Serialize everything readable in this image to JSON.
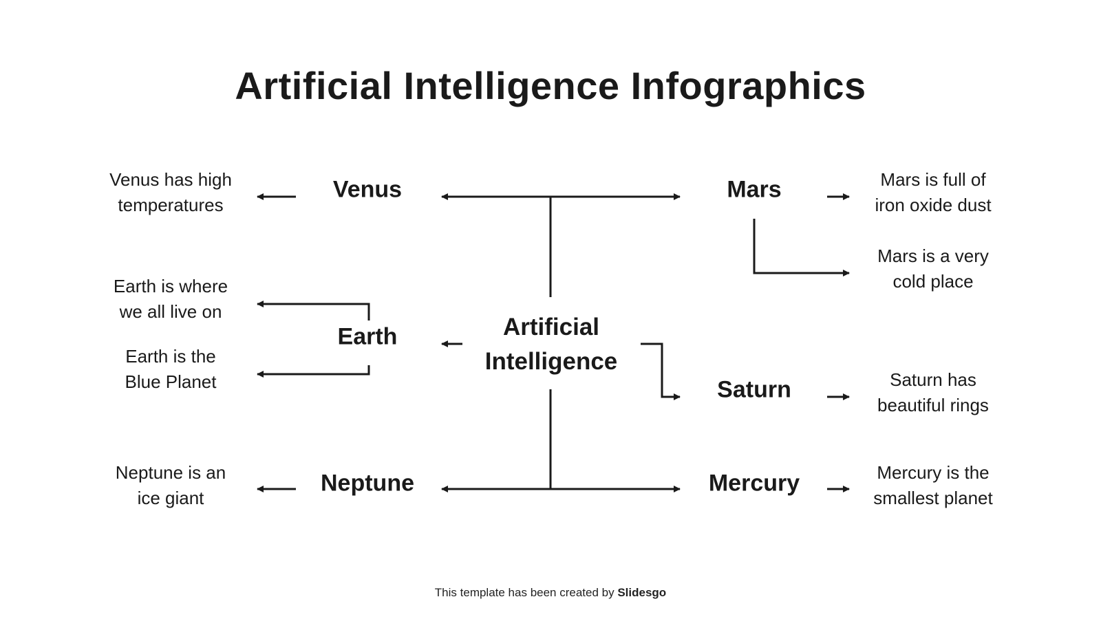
{
  "title": "Artificial Intelligence Infographics",
  "center": {
    "line1": "Artificial",
    "line2": "Intelligence"
  },
  "nodes": {
    "venus": "Venus",
    "mars": "Mars",
    "earth": "Earth",
    "saturn": "Saturn",
    "neptune": "Neptune",
    "mercury": "Mercury"
  },
  "descriptions": {
    "venus": {
      "line1": "Venus has high",
      "line2": "temperatures"
    },
    "mars_1": {
      "line1": "Mars is full of",
      "line2": "iron oxide dust"
    },
    "mars_2": {
      "line1": "Mars is a very",
      "line2": "cold place"
    },
    "earth_1": {
      "line1": "Earth is where",
      "line2": "we all live on"
    },
    "earth_2": {
      "line1": "Earth is the",
      "line2": "Blue Planet"
    },
    "saturn": {
      "line1": "Saturn has",
      "line2": "beautiful rings"
    },
    "neptune": {
      "line1": "Neptune is an",
      "line2": "ice giant"
    },
    "mercury": {
      "line1": "Mercury is the",
      "line2": "smallest planet"
    }
  },
  "footer": {
    "prefix": "This template has been created by ",
    "brand": "Slidesgo"
  },
  "colors": {
    "ink": "#1a1a1a",
    "background": "#ffffff"
  }
}
